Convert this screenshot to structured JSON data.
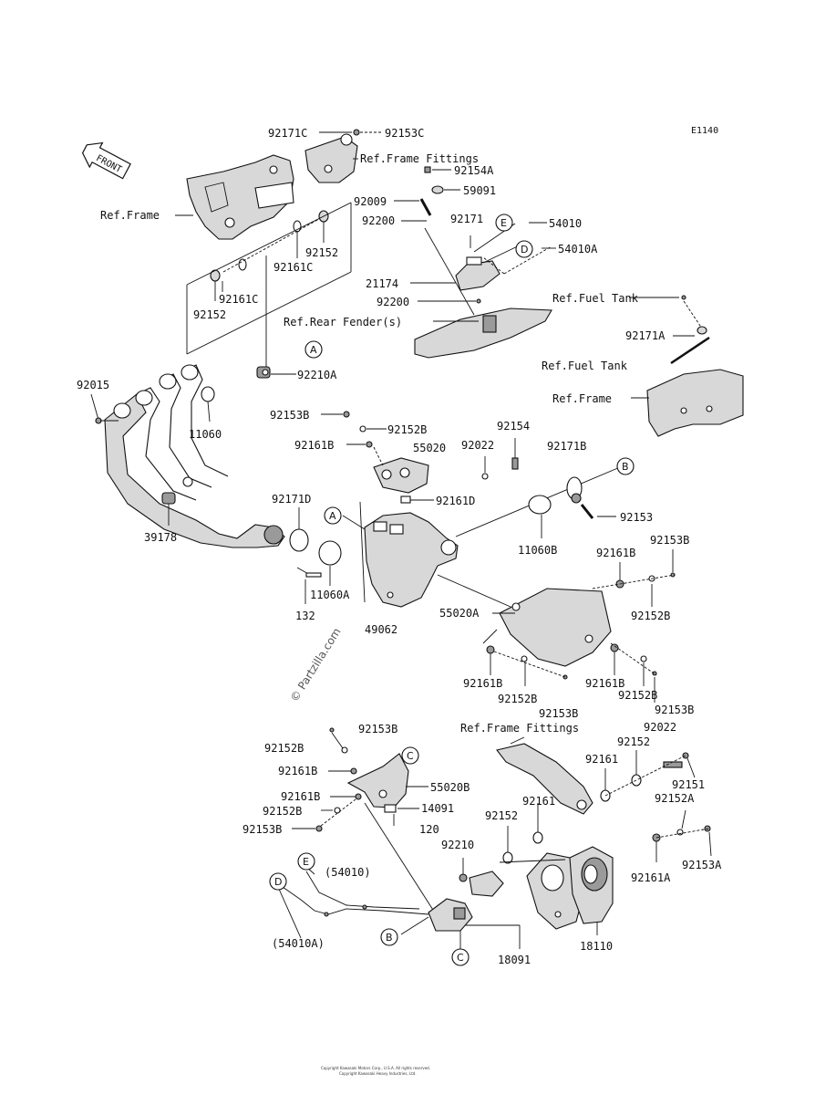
{
  "diagram_code": "E1140",
  "front_badge": "FRONT",
  "watermark": "© Partzilla.com",
  "footer_line_1": "Copyright Kawasaki Motors Corp., U.S.A. All rights reserved.",
  "footer_line_2": "Copyright Kawasaki Heavy Industries, Ltd.",
  "refs": {
    "frame_fittings_top": "Ref.Frame Fittings",
    "frame_left": "Ref.Frame",
    "fuel_tank_1": "Ref.Fuel Tank",
    "rear_fender": "Ref.Rear Fender(s)",
    "fuel_tank_2": "Ref.Fuel Tank",
    "frame_right": "Ref.Frame",
    "frame_fittings_bottom": "Ref.Frame Fittings"
  },
  "callouts": {
    "A_top": "A",
    "A_mid": "A",
    "B_top": "B",
    "B_bottom": "B",
    "C_top": "C",
    "C_bottom": "C",
    "D_top": "D",
    "D_bottom": "D",
    "E_top": "E",
    "E_bottom": "E"
  },
  "parts": {
    "p92171C": "92171C",
    "p92153C": "92153C",
    "p92154A": "92154A",
    "p92009": "92009",
    "p59091": "59091",
    "p92200a": "92200",
    "p92171": "92171",
    "p54010": "54010",
    "p54010A": "54010A",
    "p21174": "21174",
    "p92200b": "92200",
    "p92152a": "92152",
    "p92161Ca": "92161C",
    "p92161Cb": "92161C",
    "p92152b": "92152",
    "p92171A": "92171A",
    "p92210A": "92210A",
    "p92015": "92015",
    "p11060": "11060",
    "p92153B_1": "92153B",
    "p92152B_1": "92152B",
    "p92161B_1": "92161B",
    "p55020": "55020",
    "p92022_1": "92022",
    "p92154": "92154",
    "p92171B": "92171B",
    "p92161D": "92161D",
    "p92171D": "92171D",
    "p39178": "39178",
    "p11060B": "11060B",
    "p92153": "92153",
    "p92161B_2": "92161B",
    "p92153B_2": "92153B",
    "p92152B_2": "92152B",
    "p11060A": "11060A",
    "p132": "132",
    "p49062": "49062",
    "p55020A": "55020A",
    "p92161B_3": "92161B",
    "p92152B_3": "92152B",
    "p92161B_4": "92161B",
    "p92152B_4": "92152B",
    "p92153B_3": "92153B",
    "p92153B_4": "92153B",
    "p92022_2": "92022",
    "p92152B_5": "92152B",
    "p92153B_5": "92153B",
    "p92161B_5": "92161B",
    "p55020B": "55020B",
    "p92161B_6": "92161B",
    "p14091": "14091",
    "p92152B_6": "92152B",
    "p120": "120",
    "p92153B_6": "92153B",
    "p92152_3": "92152",
    "p92161_1": "92161",
    "p92151": "92151",
    "p92152A": "92152A",
    "p92161_2": "92161",
    "p92152_4": "92152",
    "p92210": "92210",
    "p92161A": "92161A",
    "p92153A": "92153A",
    "p54010_paren": "(54010)",
    "p54010A_paren": "(54010A)",
    "p18091": "18091",
    "p18110": "18110"
  }
}
